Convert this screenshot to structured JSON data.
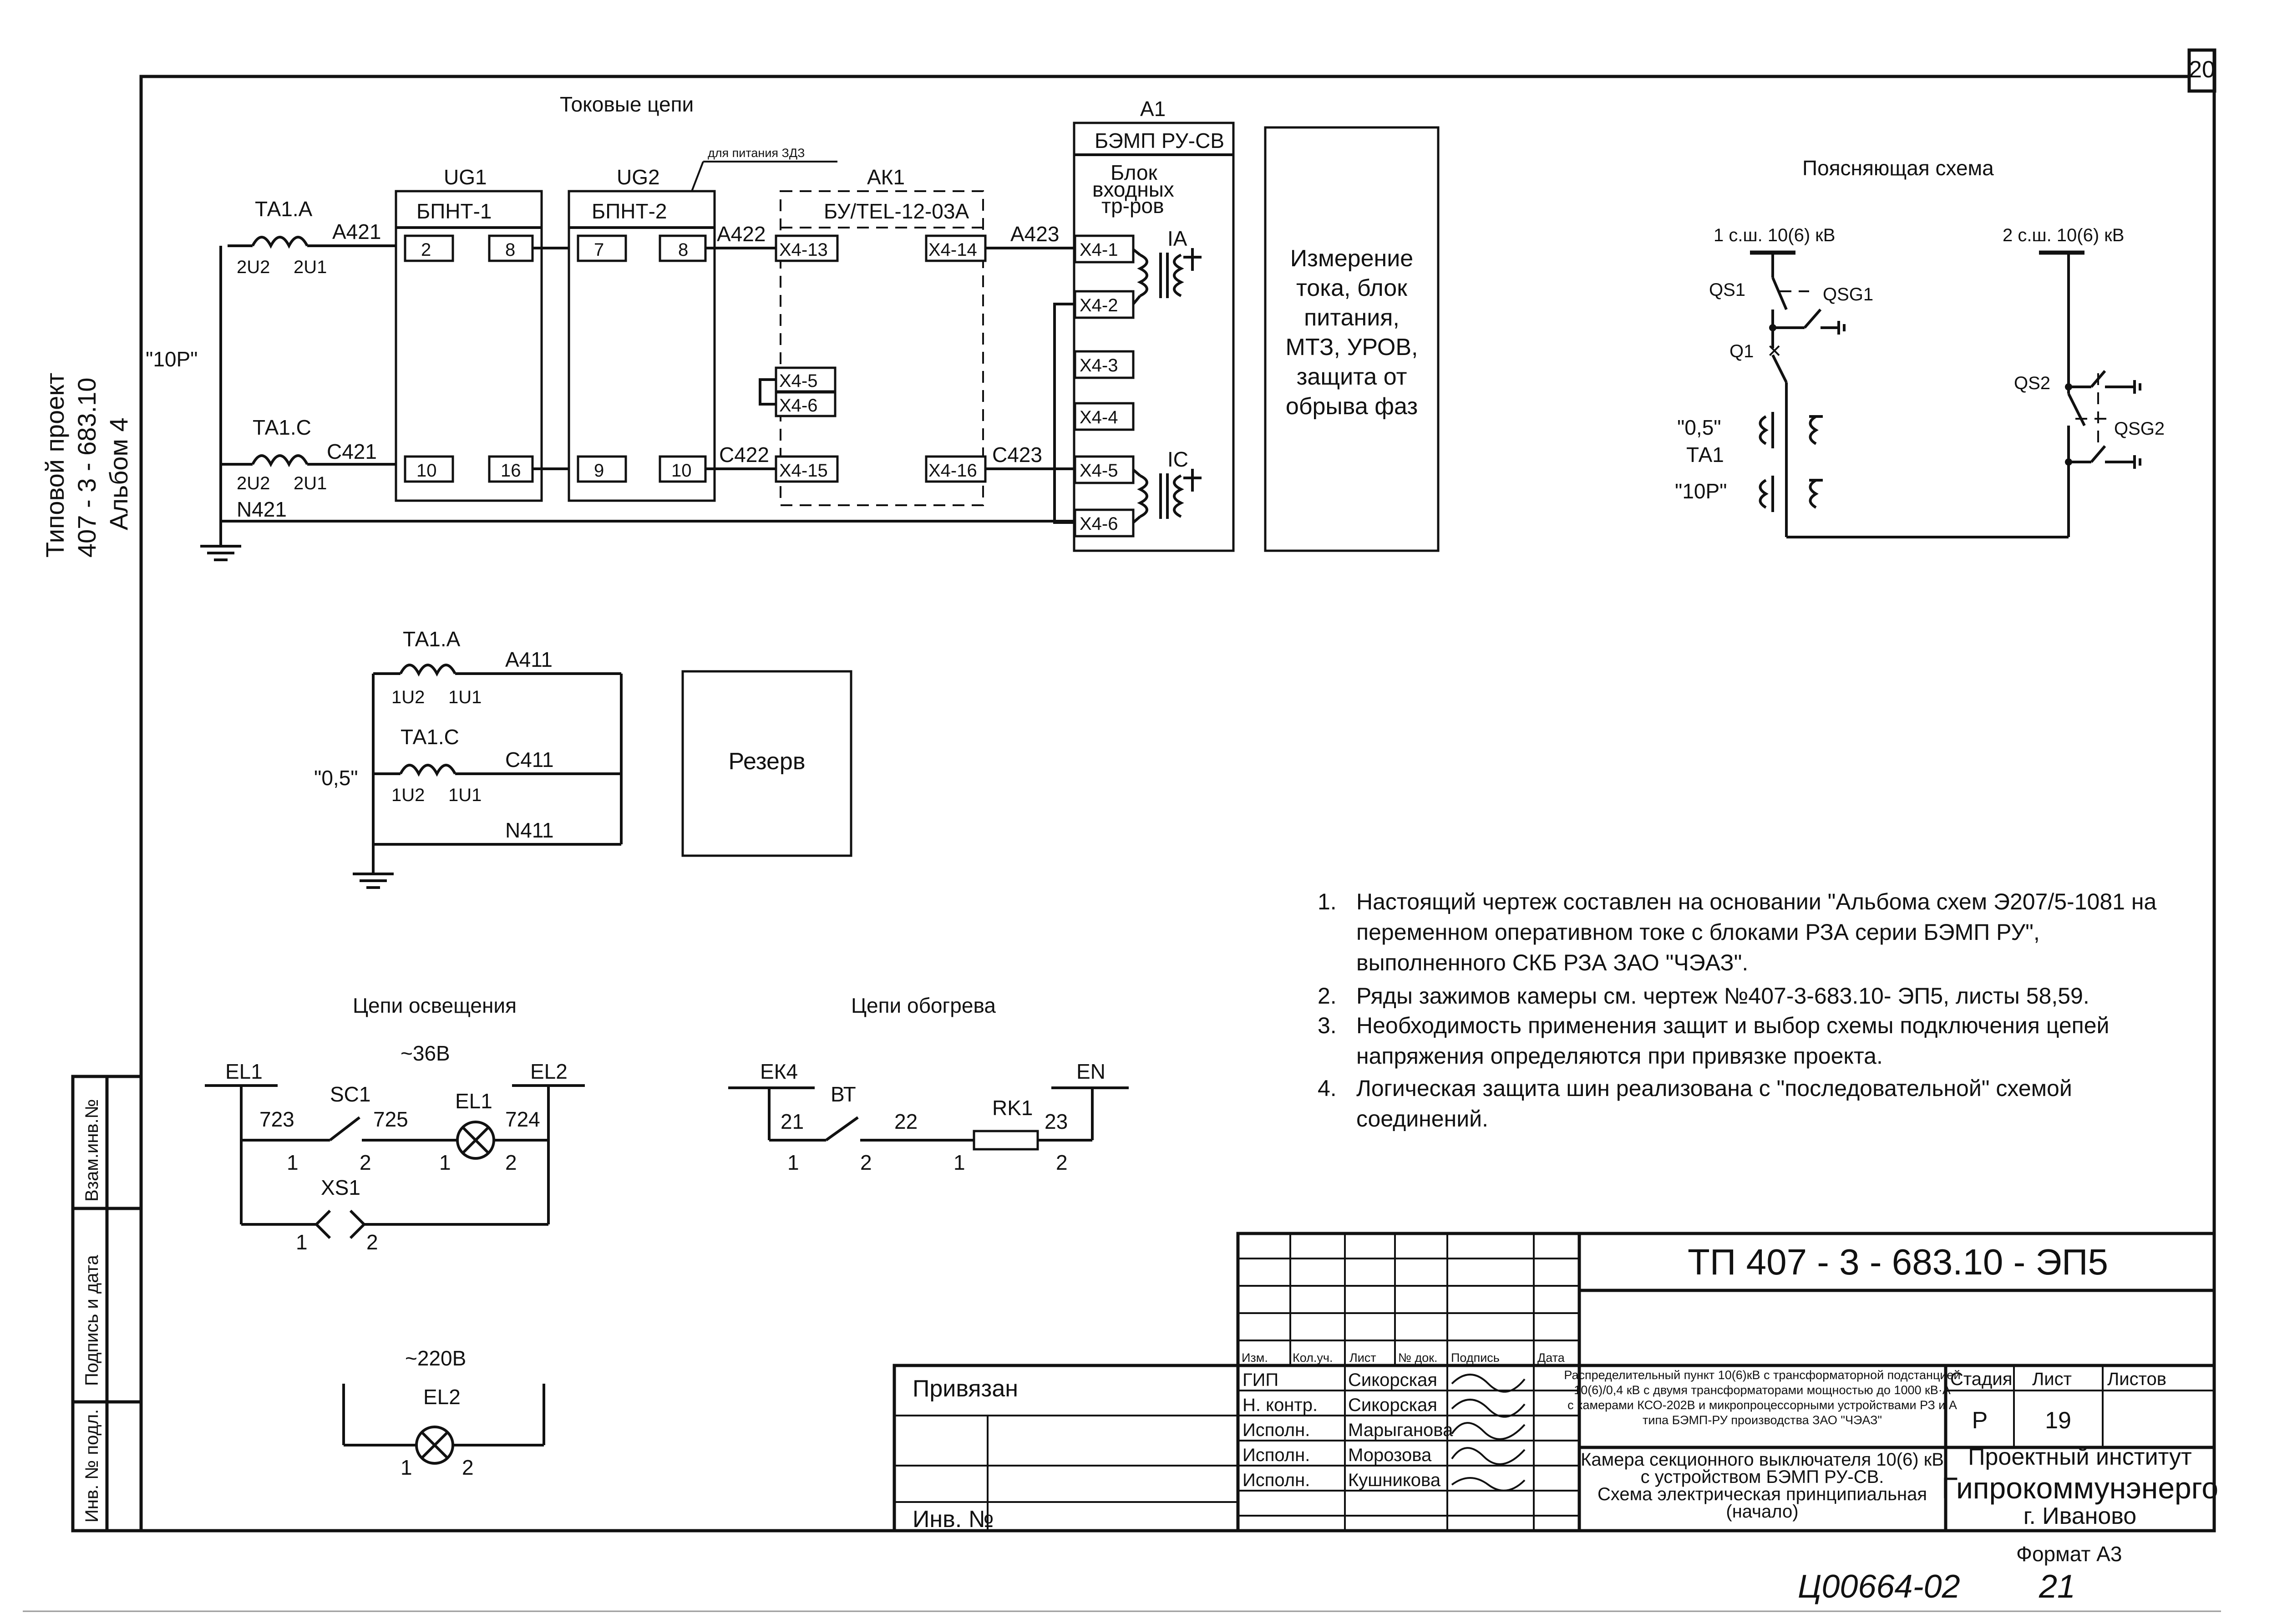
{
  "sheet": {
    "number": "20",
    "format": "Формат А3",
    "hand_number": "Ц00664-02",
    "hand_page": "21"
  },
  "side": {
    "line1": "Типовой проект",
    "line2": "407 - 3 - 683.10",
    "line3": "Альбом 4"
  },
  "side_stamp": {
    "vzam": "Взам.инв.№",
    "podpis": "Подпись и дата",
    "inv": "Инв. № подл."
  },
  "current": {
    "title": "Токовые цепи",
    "p10": "\"10Р\"",
    "ta1a": "ТА1.А",
    "ta1c": "ТА1.С",
    "u2": "2U2",
    "u1": "2U1",
    "a421": "А421",
    "c421": "С421",
    "n421": "N421",
    "ug1": "UG1",
    "bpnt1": "БПНТ-1",
    "ug2": "UG2",
    "bpnt2": "БПНТ-2",
    "zdz": "для питания ЗДЗ",
    "t2": "2",
    "t8a": "8",
    "t10a": "10",
    "t16": "16",
    "t7": "7",
    "t8b": "8",
    "t9": "9",
    "t10b": "10",
    "a422": "А422",
    "c422": "С422",
    "ak1": "АК1",
    "bu": "БУ/TEL-12-03А",
    "x413": "Х4-13",
    "x414": "Х4-14",
    "x45a": "Х4-5",
    "x46a": "Х4-6",
    "x415": "Х4-15",
    "x416": "Х4-16",
    "a423": "А423",
    "c423": "С423",
    "a1": "А1",
    "bemp": "БЭМП РУ-СВ",
    "block1": "Блок",
    "block2": "входных",
    "block3": "тр-ров",
    "x41": "Х4-1",
    "x42": "Х4-2",
    "x43": "Х4-3",
    "x44": "Х4-4",
    "x45": "Х4-5",
    "x46": "Х4-6",
    "ia": "IA",
    "ic": "IC",
    "meas": [
      "Измерение",
      "тока, блок",
      "питания,",
      "МТЗ, УРОВ,",
      "защита от",
      "обрыва фаз"
    ]
  },
  "metering": {
    "ta1a": "ТА1.А",
    "ta1c": "ТА1.С",
    "u2": "1U2",
    "u1": "1U1",
    "a411": "А411",
    "c411": "С411",
    "n411": "N411",
    "p05": "\"0,5\"",
    "reserve": "Резерв"
  },
  "explain": {
    "title": "Поясняющая схема",
    "bus1": "1 с.ш. 10(6) кВ",
    "bus2": "2 с.ш. 10(6) кВ",
    "qs1": "QS1",
    "qsg1": "QSG1",
    "q1": "Q1",
    "qs2": "QS2",
    "qsg2": "QSG2",
    "p05": "\"0,5\"",
    "ta1": "ТА1",
    "p10": "\"10Р\""
  },
  "lighting": {
    "title": "Цепи освещения",
    "v36": "~36В",
    "el1": "EL1",
    "el2": "EL2",
    "sc1": "SC1",
    "el1lamp": "EL1",
    "w723": "723",
    "w725": "725",
    "w724": "724",
    "xs1": "XS1",
    "n1a": "1",
    "n2a": "2",
    "n1b": "1",
    "n2b": "2",
    "n1c": "1",
    "n2c": "2",
    "v220": "~220В",
    "el2lamp": "EL2",
    "n1d": "1",
    "n2d": "2"
  },
  "heating": {
    "title": "Цепи обогрева",
    "ek4": "ЕК4",
    "en": "EN",
    "bt": "ВТ",
    "rk1": "RK1",
    "w21": "21",
    "w22": "22",
    "w23": "23",
    "n1a": "1",
    "n2a": "2",
    "n1b": "1",
    "n2b": "2"
  },
  "notes": [
    [
      "1.",
      "Настоящий чертеж составлен на основании \"Альбома схем Э207/5-1081 на"
    ],
    [
      "",
      "переменном оперативном токе с блоками РЗА  серии БЭМП РУ\","
    ],
    [
      "",
      "выполненного СКБ РЗА ЗАО \"ЧЭАЗ\"."
    ],
    [
      "2.",
      "Ряды зажимов камеры см. чертеж №407-3-683.10- ЭП5, листы 58,59."
    ],
    [
      "3.",
      "Необходимость применения защит и выбор схемы подключения цепей"
    ],
    [
      "",
      "напряжения определяются при привязке проекта."
    ],
    [
      "4.",
      "Логическая защита шин реализована с \"последовательной\" схемой"
    ],
    [
      "",
      "соединений."
    ]
  ],
  "title_block": {
    "code": "ТП  407 - 3 - 683.10 - ЭП5",
    "privyazan": "Привязан",
    "inv": "Инв. №",
    "headers": [
      "Изм.",
      "Кол.уч.",
      "Лист",
      "№ док.",
      "Подпись",
      "Дата"
    ],
    "roles": [
      "ГИП",
      "Н. контр.",
      "Исполн.",
      "Исполн.",
      "Исполн."
    ],
    "names": [
      "Сикорская",
      "Сикорская",
      "Марыганова",
      "Морозова",
      "Кушникова"
    ],
    "project": [
      "Распределительный пункт 10(6)кВ с трансформаторной подстанцией",
      "10(6)/0,4 кВ с двумя трансформаторами мощностью до 1000 кВ·А",
      "с камерами КСО-202В и микропроцессорными устройствами РЗ и А",
      "типа БЭМП-РУ  производства ЗАО \"ЧЭАЗ\""
    ],
    "stage_h": "Стадия",
    "list_h": "Лист",
    "lists_h": "Листов",
    "stage": "Р",
    "list": "19",
    "sheet_title": [
      "Камера секционного выключателя 10(6) кВ",
      "с устройством БЭМП РУ-СВ.",
      "Схема электрическая принципиальная",
      "(начало)"
    ],
    "org1": "Проектный институт",
    "org2": "Гипрокоммунэнерго",
    "org3": "г. Иваново"
  }
}
